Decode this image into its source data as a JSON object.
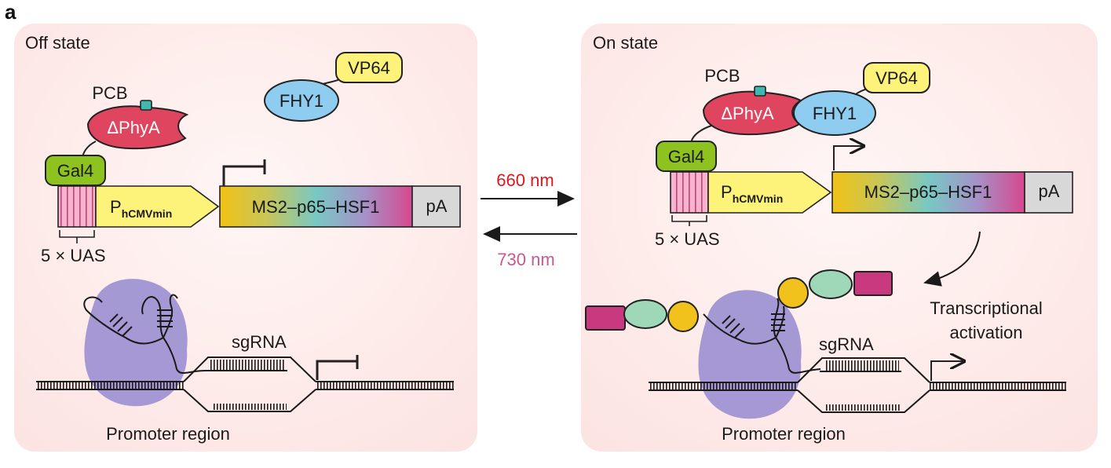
{
  "panel_label": "a",
  "off_state": {
    "title": "Off state",
    "pcb": "PCB",
    "phya": "ΔPhyA",
    "fhy1": "FHY1",
    "vp64": "VP64",
    "gal4": "Gal4",
    "promoter_main": "P",
    "promoter_sub": "hCMVmin",
    "gene": "MS2–p65–HSF1",
    "pa": "pA",
    "uas": "5 × UAS",
    "sgrna": "sgRNA",
    "promoter_region": "Promoter region"
  },
  "on_state": {
    "title": "On state",
    "pcb": "PCB",
    "phya": "ΔPhyA",
    "fhy1": "FHY1",
    "vp64": "VP64",
    "gal4": "Gal4",
    "promoter_main": "P",
    "promoter_sub": "hCMVmin",
    "gene": "MS2–p65–HSF1",
    "pa": "pA",
    "uas": "5 × UAS",
    "sgrna": "sgRNA",
    "promoter_region": "Promoter region",
    "activation_line1": "Transcriptional",
    "activation_line2": "activation"
  },
  "transition": {
    "forward": "660 nm",
    "reverse": "730 nm"
  },
  "colors": {
    "panel_bg": "#fde9e8",
    "phya": "#e0455f",
    "fhy1": "#8fcdf0",
    "vp64": "#fdf27a",
    "gal4": "#8dc21f",
    "uas": "#f4a6c6",
    "promoter": "#fdf27a",
    "cas9": "#9b8fd1",
    "pcb": "#3fb8b0",
    "red_light": "#e0161f",
    "far_red_light": "#c9588f",
    "pa": "#d8d8d8"
  }
}
